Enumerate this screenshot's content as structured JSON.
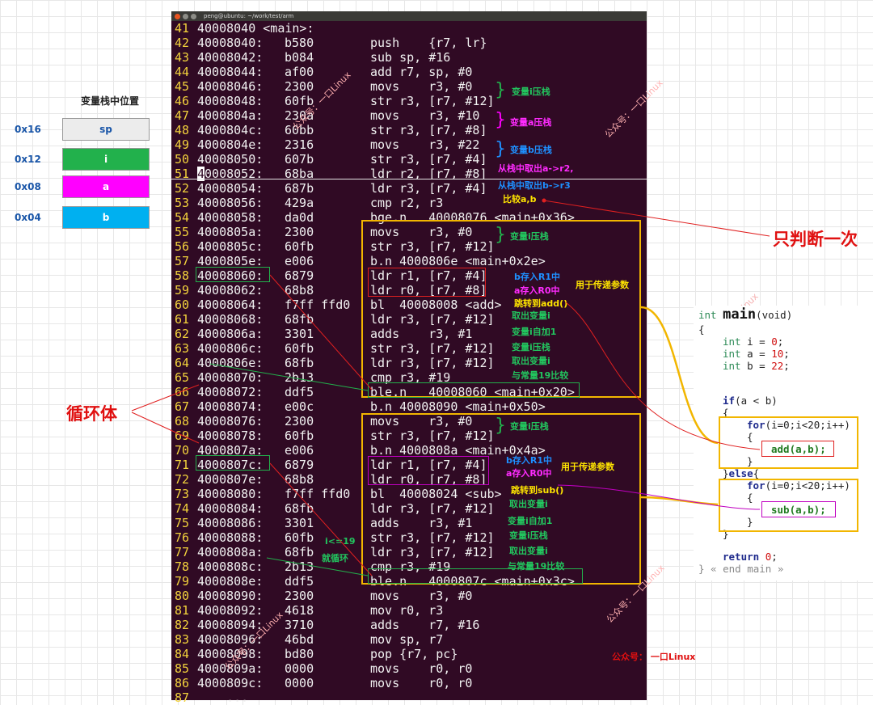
{
  "window": {
    "title": "peng@ubuntu: ~/work/test/arm"
  },
  "code_lines": [
    {
      "n": "41",
      "addr": "40008040 <main>:",
      "hex": "",
      "ins": ""
    },
    {
      "n": "42",
      "addr": "40008040:",
      "hex": "b580",
      "ins": "push    {r7, lr}"
    },
    {
      "n": "43",
      "addr": "40008042:",
      "hex": "b084",
      "ins": "sub sp, #16"
    },
    {
      "n": "44",
      "addr": "40008044:",
      "hex": "af00",
      "ins": "add r7, sp, #0"
    },
    {
      "n": "45",
      "addr": "40008046:",
      "hex": "2300",
      "ins": "movs    r3, #0"
    },
    {
      "n": "46",
      "addr": "40008048:",
      "hex": "60fb",
      "ins": "str r3, [r7, #12]"
    },
    {
      "n": "47",
      "addr": "4000804a:",
      "hex": "230a",
      "ins": "movs    r3, #10"
    },
    {
      "n": "48",
      "addr": "4000804c:",
      "hex": "60bb",
      "ins": "str r3, [r7, #8]"
    },
    {
      "n": "49",
      "addr": "4000804e:",
      "hex": "2316",
      "ins": "movs    r3, #22"
    },
    {
      "n": "50",
      "addr": "40008050:",
      "hex": "607b",
      "ins": "str r3, [r7, #4]"
    },
    {
      "n": "51",
      "addr": "40008052:",
      "hex": "68ba",
      "ins": "ldr r2, [r7, #8]"
    },
    {
      "n": "52",
      "addr": "40008054:",
      "hex": "687b",
      "ins": "ldr r3, [r7, #4]"
    },
    {
      "n": "53",
      "addr": "40008056:",
      "hex": "429a",
      "ins": "cmp r2, r3"
    },
    {
      "n": "54",
      "addr": "40008058:",
      "hex": "da0d",
      "ins": "bge.n   40008076 <main+0x36>"
    },
    {
      "n": "55",
      "addr": "4000805a:",
      "hex": "2300",
      "ins": "movs    r3, #0"
    },
    {
      "n": "56",
      "addr": "4000805c:",
      "hex": "60fb",
      "ins": "str r3, [r7, #12]"
    },
    {
      "n": "57",
      "addr": "4000805e:",
      "hex": "e006",
      "ins": "b.n 4000806e <main+0x2e>"
    },
    {
      "n": "58",
      "addr": "40008060:",
      "hex": "6879",
      "ins": "ldr r1, [r7, #4]"
    },
    {
      "n": "59",
      "addr": "40008062:",
      "hex": "68b8",
      "ins": "ldr r0, [r7, #8]"
    },
    {
      "n": "60",
      "addr": "40008064:",
      "hex": "f7ff ffd0",
      "ins": "bl  40008008 <add>"
    },
    {
      "n": "61",
      "addr": "40008068:",
      "hex": "68fb",
      "ins": "ldr r3, [r7, #12]"
    },
    {
      "n": "62",
      "addr": "4000806a:",
      "hex": "3301",
      "ins": "adds    r3, #1"
    },
    {
      "n": "63",
      "addr": "4000806c:",
      "hex": "60fb",
      "ins": "str r3, [r7, #12]"
    },
    {
      "n": "64",
      "addr": "4000806e:",
      "hex": "68fb",
      "ins": "ldr r3, [r7, #12]"
    },
    {
      "n": "65",
      "addr": "40008070:",
      "hex": "2b13",
      "ins": "cmp r3, #19"
    },
    {
      "n": "66",
      "addr": "40008072:",
      "hex": "ddf5",
      "ins": "ble.n   40008060 <main+0x20>"
    },
    {
      "n": "67",
      "addr": "40008074:",
      "hex": "e00c",
      "ins": "b.n 40008090 <main+0x50>"
    },
    {
      "n": "68",
      "addr": "40008076:",
      "hex": "2300",
      "ins": "movs    r3, #0"
    },
    {
      "n": "69",
      "addr": "40008078:",
      "hex": "60fb",
      "ins": "str r3, [r7, #12]"
    },
    {
      "n": "70",
      "addr": "4000807a:",
      "hex": "e006",
      "ins": "b.n 4000808a <main+0x4a>"
    },
    {
      "n": "71",
      "addr": "4000807c:",
      "hex": "6879",
      "ins": "ldr r1, [r7, #4]"
    },
    {
      "n": "72",
      "addr": "4000807e:",
      "hex": "68b8",
      "ins": "ldr r0, [r7, #8]"
    },
    {
      "n": "73",
      "addr": "40008080:",
      "hex": "f7ff ffd0",
      "ins": "bl  40008024 <sub>"
    },
    {
      "n": "74",
      "addr": "40008084:",
      "hex": "68fb",
      "ins": "ldr r3, [r7, #12]"
    },
    {
      "n": "75",
      "addr": "40008086:",
      "hex": "3301",
      "ins": "adds    r3, #1"
    },
    {
      "n": "76",
      "addr": "40008088:",
      "hex": "60fb",
      "ins": "str r3, [r7, #12]"
    },
    {
      "n": "77",
      "addr": "4000808a:",
      "hex": "68fb",
      "ins": "ldr r3, [r7, #12]"
    },
    {
      "n": "78",
      "addr": "4000808c:",
      "hex": "2b13",
      "ins": "cmp r3, #19"
    },
    {
      "n": "79",
      "addr": "4000808e:",
      "hex": "ddf5",
      "ins": "ble.n   4000807c <main+0x3c>"
    },
    {
      "n": "80",
      "addr": "40008090:",
      "hex": "2300",
      "ins": "movs    r3, #0"
    },
    {
      "n": "81",
      "addr": "40008092:",
      "hex": "4618",
      "ins": "mov r0, r3"
    },
    {
      "n": "82",
      "addr": "40008094:",
      "hex": "3710",
      "ins": "adds    r7, #16"
    },
    {
      "n": "83",
      "addr": "40008096:",
      "hex": "46bd",
      "ins": "mov sp, r7"
    },
    {
      "n": "84",
      "addr": "40008098:",
      "hex": "bd80",
      "ins": "pop {r7, pc}"
    },
    {
      "n": "85",
      "addr": "4000809a:",
      "hex": "0000",
      "ins": "movs    r0, r0"
    },
    {
      "n": "86",
      "addr": "4000809c:",
      "hex": "0000",
      "ins": "movs    r0, r0"
    },
    {
      "n": "87",
      "addr": "    ...",
      "hex": "",
      "ins": ""
    }
  ],
  "stack": {
    "title": "变量栈中位置",
    "rows": [
      {
        "addr": "0x16",
        "label": "sp",
        "color": "#ececec"
      },
      {
        "addr": "0x12",
        "label": "i",
        "color": "#22b14c"
      },
      {
        "addr": "0x08",
        "label": "a",
        "color": "#ff00ff"
      },
      {
        "addr": "0x04",
        "label": "b",
        "color": "#00b0f0"
      }
    ]
  },
  "annotations": {
    "push_i_1": "变量i压栈",
    "push_a": "变量a压栈",
    "push_b": "变量b压栈",
    "get_a": "从栈中取出a->r2,",
    "get_b": "从栈中取出b->r3",
    "compare": "比较a,b",
    "once": "只判断一次",
    "push_i_2": "变量i压栈",
    "b_to_r1_1": "b存入R1中",
    "a_to_r0_1": "a存入R0中",
    "pass_params_1": "用于传递参数",
    "jump_add": "跳转到add()",
    "take_i_1": "取出变量i",
    "inc_i_1": "变量i自加1",
    "push_i_3": "变量i压栈",
    "take_i_2": "取出变量i",
    "cmp_19_1": "与常量19比较",
    "loop_body": "循环体",
    "push_i_4": "变量i压栈",
    "b_to_r1_2": "b存入R1中",
    "a_to_r0_2": "a存入R0中",
    "pass_params_2": "用于传递参数",
    "jump_sub": "跳转到sub()",
    "take_i_3": "取出变量i",
    "inc_i_2": "变量i自加1",
    "push_i_5": "变量i压栈",
    "take_i_4": "取出变量i",
    "cmp_19_2": "与常量19比较",
    "loop_cond_1": "i<=19",
    "loop_cond_2": "就循环",
    "footer_prefix": "公众号：",
    "footer_name": "一口Linux"
  },
  "watermark": "公众号：一口Linux",
  "source": {
    "l1_type": "int",
    "l1_name": "main",
    "l1_arg": "(void)",
    "l2": "{",
    "v_type": "int",
    "v_i": "i = ",
    "v_i_val": "0",
    "v_a": "a = ",
    "v_a_val": "10",
    "v_b": "b = ",
    "v_b_val": "22",
    "semi": ";",
    "if_kw": "if",
    "if_cond": "(a < b)",
    "open": "{",
    "for_kw": "for",
    "for_head": "(i=0;i<20;i++)",
    "add_call": "add(a,b);",
    "close": "}",
    "else_close": "}",
    "else_kw": "else",
    "else_open": "{",
    "sub_call": "sub(a,b);",
    "ret_kw": "return",
    "ret_val": "0",
    "end": "} « end main »"
  },
  "colors": {
    "terminal_bg": "#300a24",
    "line_number": "#f2d23c",
    "yellow_box": "#f2b600",
    "green_box": "#22b14c",
    "red_box": "#e02020",
    "magenta_box": "#c000c0",
    "blue_text": "#1e90ff",
    "green_text": "#22c55e",
    "yellow_text": "#ffe500",
    "magenta_text": "#ff2bff"
  }
}
